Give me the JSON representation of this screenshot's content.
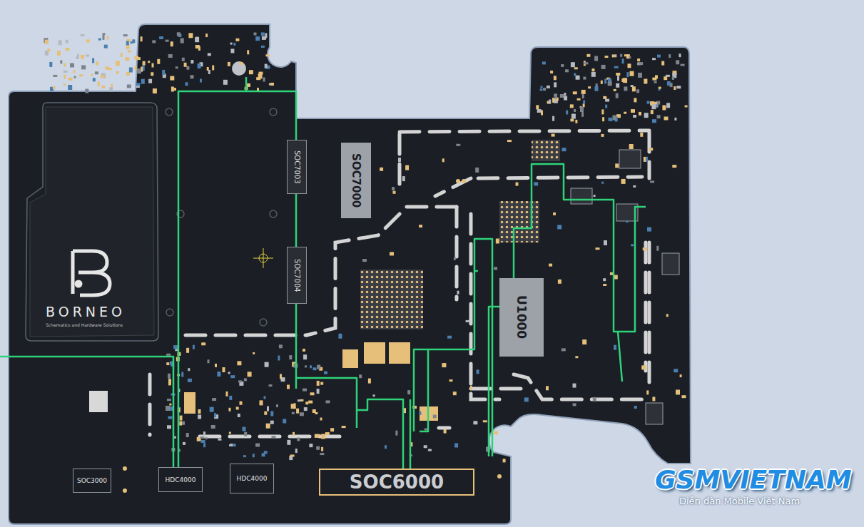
{
  "diagram": {
    "nodes": [
      {
        "text": [
          "SOC7003"
        ]
      },
      {
        "text": [
          "SOC7000"
        ]
      },
      {
        "text": [
          "SOC7004"
        ]
      },
      {
        "text": [
          "U1000"
        ]
      },
      {
        "text": [
          "SOC3000"
        ]
      },
      {
        "text": [
          "HDC4000"
        ]
      },
      {
        "text": [
          "HDC4000"
        ]
      },
      {
        "text": [
          "SOC6000"
        ]
      }
    ],
    "labels": [
      "BORNEO",
      "Schematics and Hardware Solutions",
      "GSMVIETNAM",
      "Diễn đàn Mobile Việt Nam"
    ]
  }
}
